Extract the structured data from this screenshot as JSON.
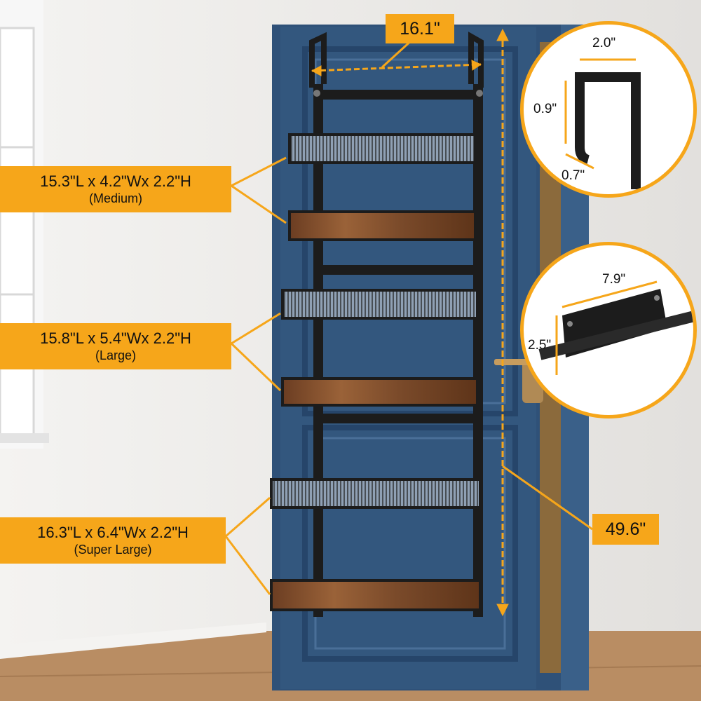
{
  "colors": {
    "accent": "#f6a61a",
    "door": "#33577e",
    "door_dark": "#26456a",
    "wall": "#ecebea",
    "floor": "#b98d63",
    "rack": "#1c1c1c",
    "wood": "#7a4a2a"
  },
  "dimensions": {
    "width_top": "16.1\"",
    "height_total": "49.6\""
  },
  "shelf_labels": [
    {
      "size": "15.3\"L x 4.2\"Wx 2.2\"H",
      "name": "(Medium)"
    },
    {
      "size": "15.8\"L x 5.4\"Wx 2.2\"H",
      "name": "(Large)"
    },
    {
      "size": "16.3\"L x 6.4\"Wx 2.2\"H",
      "name": "(Super Large)"
    }
  ],
  "hook_detail": {
    "width": "2.0\"",
    "height": "0.9\"",
    "depth": "0.7\""
  },
  "bracket_detail": {
    "length": "7.9\"",
    "height": "2.5\""
  }
}
